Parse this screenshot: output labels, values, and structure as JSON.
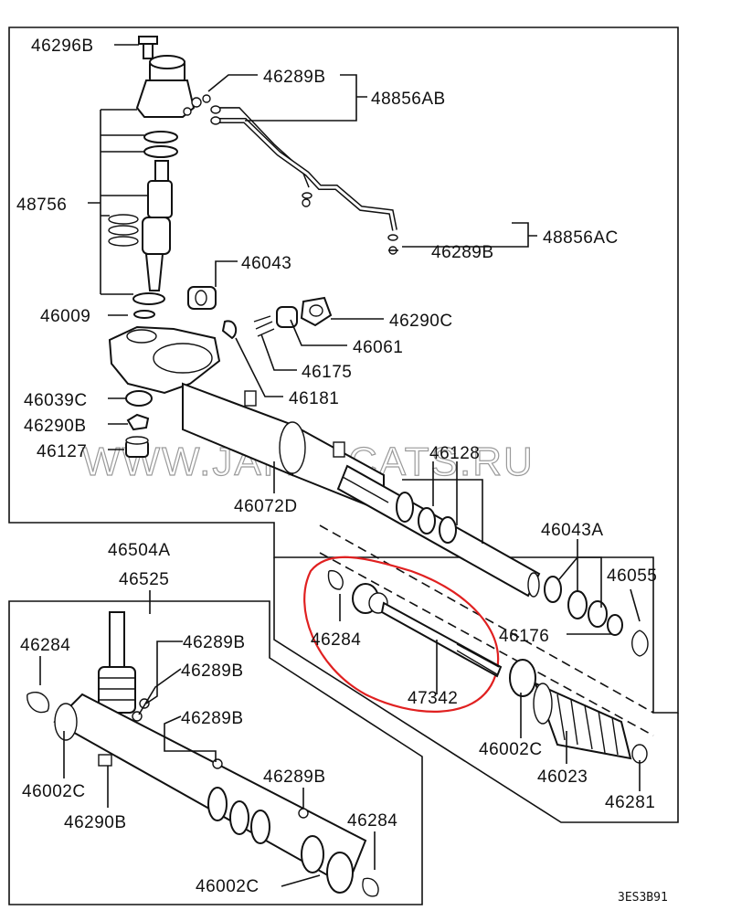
{
  "diagram": {
    "watermark": "WWW.JAPANCATS.RU",
    "drawing_code": "3ES3B91",
    "colors": {
      "line": "#111111",
      "highlight": "#e02020",
      "watermark": "#9a9a9a",
      "background": "#ffffff"
    },
    "highlighted_part": "47342",
    "labels": {
      "l46296B": "46296B",
      "l46289B_top": "46289B",
      "l48856AB": "48856AB",
      "l48756": "48756",
      "l46289B_mid": "46289B",
      "l48856AC": "48856AC",
      "l46043": "46043",
      "l46009": "46009",
      "l46290C": "46290C",
      "l46061": "46061",
      "l46175": "46175",
      "l46181": "46181",
      "l46039C": "46039C",
      "l46290B_left": "46290B",
      "l46127": "46127",
      "l46128": "46128",
      "l46072D": "46072D",
      "l46504A": "46504A",
      "l46043A": "46043A",
      "l46055": "46055",
      "l46525": "46525",
      "l46284_mid": "46284",
      "l46176": "46176",
      "l47342": "47342",
      "l46002C_right": "46002C",
      "l46023": "46023",
      "l46281": "46281",
      "l46284_left": "46284",
      "l46289B_b1": "46289B",
      "l46289B_b2": "46289B",
      "l46289B_b3": "46289B",
      "l46002C_left": "46002C",
      "l46290B_bottom": "46290B",
      "l46289B_b4": "46289B",
      "l46284_bottom": "46284",
      "l46002C_bottom": "46002C"
    }
  }
}
